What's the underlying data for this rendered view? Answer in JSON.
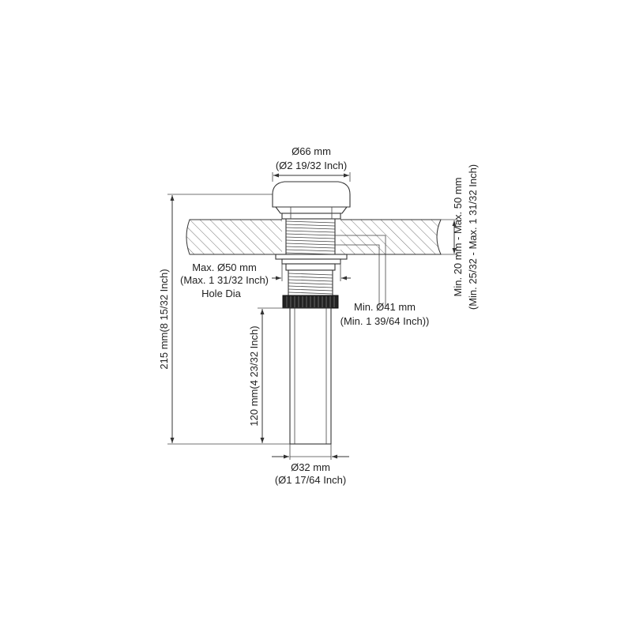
{
  "cap": {
    "dia": "Ø66 mm",
    "dia_inch": "(Ø2 19/32 Inch)"
  },
  "hole": {
    "max": "Max. Ø50 mm",
    "max_inch": "(Max. 1 31/32 Inch)",
    "caption": "Hole Dia"
  },
  "thread": {
    "min": "Min. Ø41  mm",
    "min_inch": "(Min. 1 39/64 Inch))"
  },
  "tail": {
    "dia": "Ø32 mm",
    "dia_inch": "(Ø1 17/64 Inch)"
  },
  "overall_height": "215 mm(8 15/32 Inch)",
  "tail_length": "120 mm(4 23/32 Inch)",
  "thickness": {
    "range": "Min. 20 mm - Max. 50 mm",
    "range_inch": "(Min. 25/32 - Max. 1 31/32 Inch)"
  },
  "colors": {
    "line": "#333333",
    "text": "#222222"
  }
}
